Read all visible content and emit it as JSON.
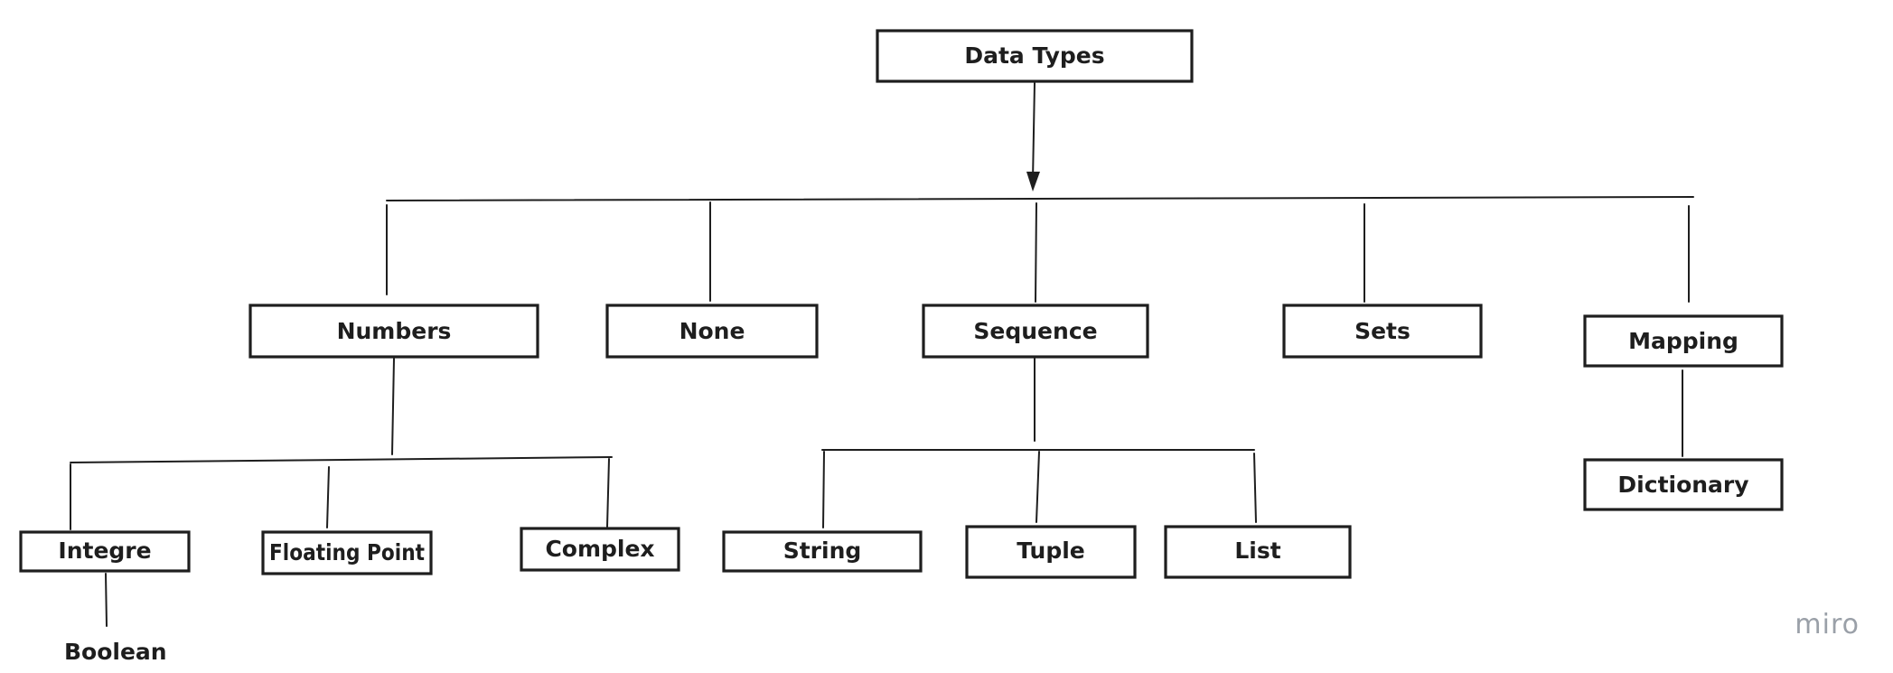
{
  "nodes": {
    "data_types": "Data Types",
    "numbers": "Numbers",
    "none": "None",
    "sequence": "Sequence",
    "sets": "Sets",
    "mapping": "Mapping",
    "integre": "Integre",
    "floating_point": "Floating Point",
    "complex": "Complex",
    "string": "String",
    "tuple": "Tuple",
    "list": "List",
    "dictionary": "Dictionary",
    "boolean": "Boolean"
  },
  "watermark": "miro"
}
